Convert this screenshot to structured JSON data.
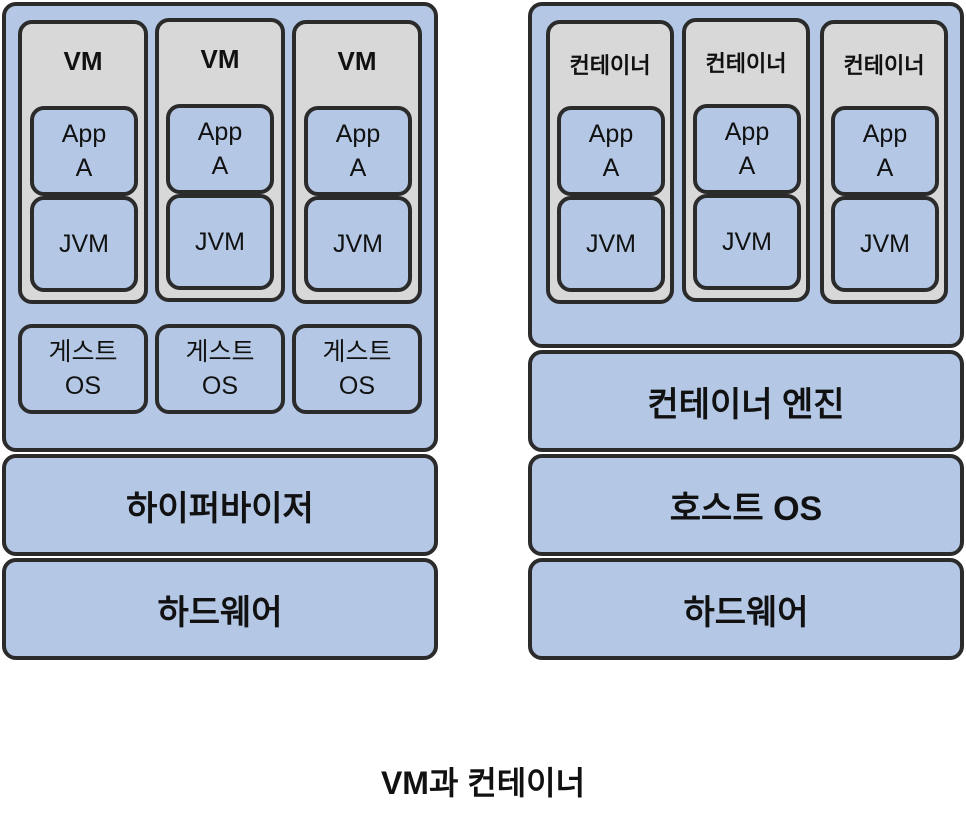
{
  "vm_side": {
    "vms": [
      {
        "title": "VM",
        "app": "App\nA",
        "jvm": "JVM",
        "guest_os": "게스트\nOS"
      },
      {
        "title": "VM",
        "app": "App\nA",
        "jvm": "JVM",
        "guest_os": "게스트\nOS"
      },
      {
        "title": "VM",
        "app": "App\nA",
        "jvm": "JVM",
        "guest_os": "게스트\nOS"
      }
    ],
    "hypervisor": "하이퍼바이저",
    "hardware": "하드웨어"
  },
  "container_side": {
    "containers": [
      {
        "title": "컨테이너",
        "app": "App\nA",
        "jvm": "JVM"
      },
      {
        "title": "컨테이너",
        "app": "App\nA",
        "jvm": "JVM"
      },
      {
        "title": "컨테이너",
        "app": "App\nA",
        "jvm": "JVM"
      }
    ],
    "engine": "컨테이너 엔진",
    "host_os": "호스트 OS",
    "hardware": "하드웨어"
  },
  "caption": "VM과 컨테이너",
  "colors": {
    "layer": "#b4c8e6",
    "vm_box": "#d8d8d8",
    "border": "#2b2b2b"
  }
}
